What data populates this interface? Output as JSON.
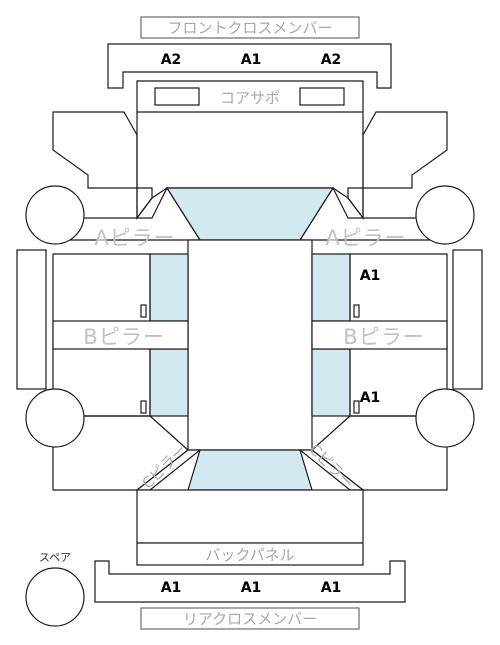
{
  "labels": {
    "front_cross_member": "フロントクロスメンバー",
    "core_support": "コアサポ",
    "a_pillar_left": "Aピラー",
    "a_pillar_right": "Aピラー",
    "b_pillar_left": "Bピラー",
    "b_pillar_right": "Bピラー",
    "back_panel": "バックパネル",
    "rear_cross_member": "リアクロスメンバー",
    "spare": "スペア",
    "c_pillar_left": "Cピラー",
    "c_pillar_right": "Cピラー"
  },
  "grades": {
    "front_left": "A2",
    "front_center": "A1",
    "front_right": "A2",
    "right_upper": "A1",
    "right_lower": "A1",
    "rear_left": "A1",
    "rear_center": "A1",
    "rear_right": "A1"
  },
  "colors": {
    "glass": "#d3e9f1",
    "outline": "#1a1a1a",
    "label_gray": "#a8a8a8"
  }
}
